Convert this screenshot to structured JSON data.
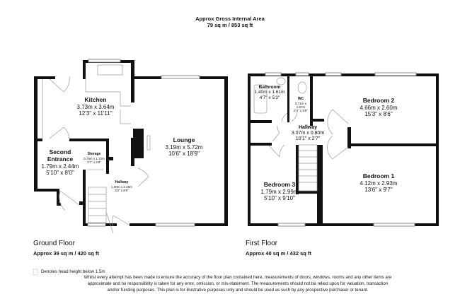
{
  "header": {
    "title": "Approx Gross Internal Area",
    "area": "79 sq m / 853 sq ft"
  },
  "ground_floor": {
    "name": "Ground Floor",
    "area": "Approx 39 sq m / 420 sq ft",
    "rooms": [
      {
        "name": "Kitchen",
        "metric": "3.73m x 3.64m",
        "imperial": "12'3\" x 11'11\""
      },
      {
        "name": "Lounge",
        "metric": "3.19m x 5.72m",
        "imperial": "10'6\" x 18'9\""
      },
      {
        "name": "Second Entrance",
        "metric": "1.79m x 2.44m",
        "imperial": "5'10\" x 8'0\""
      },
      {
        "name": "Storage",
        "metric": "0.79m x 1.72m",
        "imperial": "2'7\" x 5'8\""
      },
      {
        "name": "Hallway",
        "metric": "1.00m x 2.45m",
        "imperial": "3'3\" x 8'0\""
      }
    ]
  },
  "first_floor": {
    "name": "First Floor",
    "area": "Approx 40 sq m / 432 sq ft",
    "rooms": [
      {
        "name": "Bathroom",
        "metric": "1.40m x 1.61m",
        "imperial": "4'7\" x 5'3\""
      },
      {
        "name": "WC",
        "metric": "0.71m x 1.67m",
        "imperial": "2'4\" x 5'6\""
      },
      {
        "name": "Bedroom 2",
        "metric": "4.66m x 2.60m",
        "imperial": "15'3\" x 8'6\""
      },
      {
        "name": "Hallway",
        "metric": "3.07m x 0.80m",
        "imperial": "10'1\" x 2'7\""
      },
      {
        "name": "Bedroom 3",
        "metric": "1.79m x 2.99m",
        "imperial": "5'10\" x 9'10\""
      },
      {
        "name": "Bedroom 1",
        "metric": "4.12m x 2.93m",
        "imperial": "13'6\" x 9'7\""
      }
    ]
  },
  "legend": {
    "text": "Denotes head height below 1.5m"
  },
  "disclaimer": "Whilst every attempt has been made to ensure the accuracy of the floor plan contained here, measurements of doors, windows, rooms and any other items are approximate and no responsibility is taken for any error, omission, or mis-statement. The measurements should not be relied upon for valuation, transaction and/or funding purposes. This plan is for illustrative purposes only and should be used as such by any prospective purchaser or tenant."
}
